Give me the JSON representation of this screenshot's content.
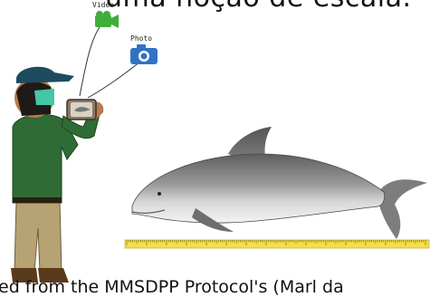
{
  "caption_top": "uma noção de escala.",
  "caption_bottom": "ed from the MMSDPP Protocol's (Marl da",
  "labels": {
    "video": "Video",
    "photo": "Photo"
  },
  "icons": {
    "video": "video-camera-icon",
    "photo": "photo-camera-icon"
  },
  "colors": {
    "video_icon": "#3fae3a",
    "photo_icon": "#2f74c4",
    "shirt": "#2f6b34",
    "ruler": "#f3df4a"
  }
}
